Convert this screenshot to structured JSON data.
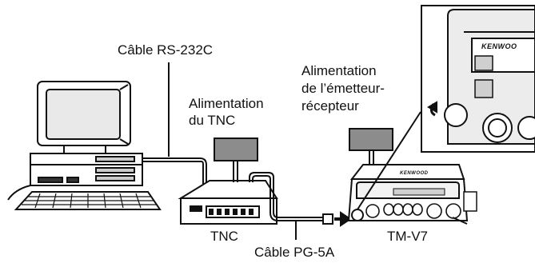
{
  "labels": {
    "rs232_cable": "Câble RS-232C",
    "tnc_power_line1": "Alimentation",
    "tnc_power_line2": "du TNC",
    "radio_power_line1": "Alimentation",
    "radio_power_line2": "de l’émetteur-",
    "radio_power_line3": "récepteur",
    "tnc": "TNC",
    "radio_model": "TM-V7",
    "pg5a_cable": "Câble PG-5A",
    "brand_main": "KENWOOD",
    "brand_inset": "KENWOO"
  },
  "colors": {
    "line": "#111111",
    "power_box": "#8c8c8c",
    "inset_panel": "#e6e6e6",
    "screen": "#cfcfcf"
  }
}
